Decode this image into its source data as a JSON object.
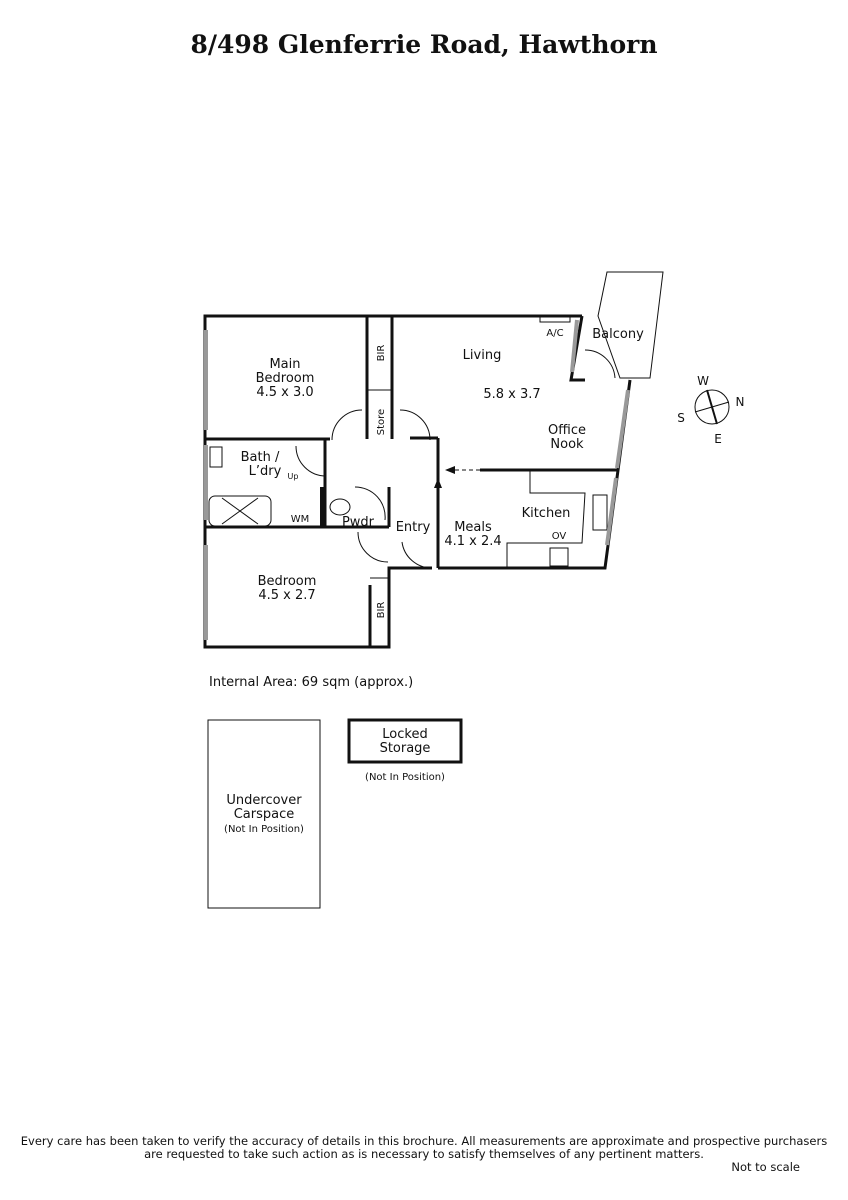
{
  "title": "8/498 Glenferrie Road, Hawthorn",
  "rooms": {
    "main_bedroom": {
      "name_1": "Main",
      "name_2": "Bedroom",
      "size": "4.5 x 3.0"
    },
    "bir_top": "BIR",
    "store": "Store",
    "living": {
      "name": "Living",
      "size": "5.8 x 3.7"
    },
    "ac": "A/C",
    "balcony": "Balcony",
    "office": {
      "name_1": "Office",
      "name_2": "Nook"
    },
    "bath": {
      "name_1": "Bath /",
      "name_2": "L’dry"
    },
    "up": "Up",
    "wm": "WM",
    "pwdr": "Pwdr",
    "entry": "Entry",
    "meals": {
      "name": "Meals",
      "size": "4.1 x 2.4"
    },
    "kitchen": "Kitchen",
    "ov": "OV",
    "bedroom": {
      "name": "Bedroom",
      "size": "4.5 x 2.7"
    },
    "bir_bottom": "BIR"
  },
  "compass": {
    "w": "W",
    "n": "N",
    "s": "S",
    "e": "E"
  },
  "internal_area": "Internal Area:  69 sqm (approx.)",
  "locked_storage": {
    "line_1": "Locked",
    "line_2": "Storage",
    "note": "(Not In Position)"
  },
  "carspace": {
    "line_1": "Undercover",
    "line_2": "Carspace",
    "note": "(Not In Position)"
  },
  "disclaimer_1": "Every care has been taken to verify the accuracy of details in this brochure.  All measurements are approximate and prospective purchasers",
  "disclaimer_2": "are requested to take such action as is necessary to satisfy themselves of any pertinent matters.",
  "not_to_scale": "Not to scale"
}
